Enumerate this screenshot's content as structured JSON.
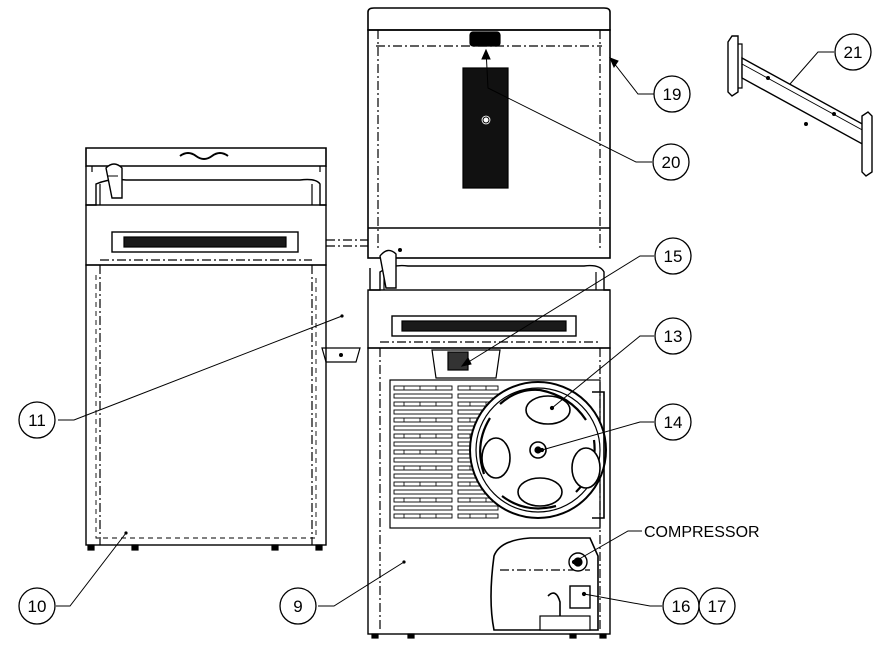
{
  "diagram": {
    "callouts": [
      {
        "id": "c21",
        "label": "21"
      },
      {
        "id": "c19",
        "label": "19"
      },
      {
        "id": "c20",
        "label": "20"
      },
      {
        "id": "c15",
        "label": "15"
      },
      {
        "id": "c13",
        "label": "13"
      },
      {
        "id": "c14",
        "label": "14"
      },
      {
        "id": "c11",
        "label": "11"
      },
      {
        "id": "c10",
        "label": "10"
      },
      {
        "id": "c9",
        "label": "9"
      },
      {
        "id": "c16",
        "label": "16"
      },
      {
        "id": "c17",
        "label": "17"
      }
    ],
    "compressor_label": "COMPRESSOR",
    "colors": {
      "line": "#000000",
      "panel": "#1a1a1a",
      "background": "#ffffff"
    }
  }
}
